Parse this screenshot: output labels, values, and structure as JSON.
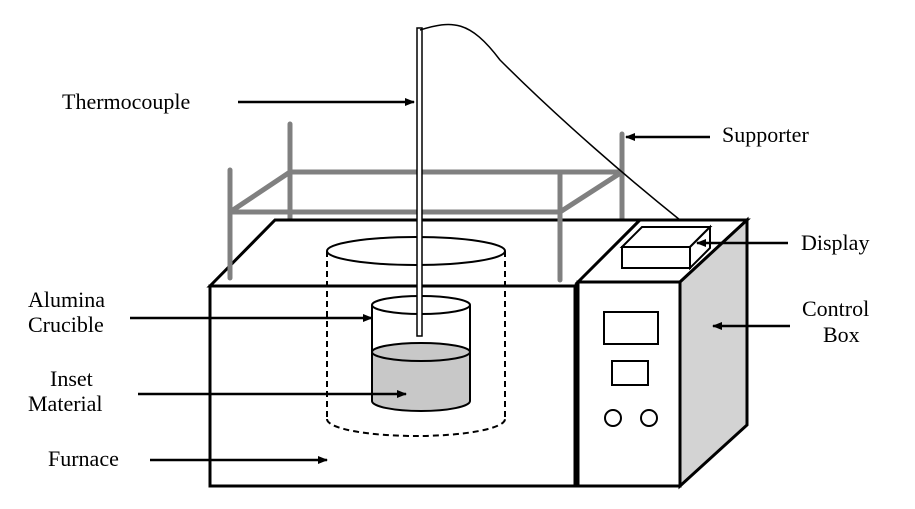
{
  "labels": {
    "thermocouple": "Thermocouple",
    "supporter": "Supporter",
    "display": "Display",
    "alumina_line1": "Alumina",
    "alumina_line2": "Crucible",
    "inset_line1": "Inset",
    "inset_line2": "Material",
    "furnace": "Furnace",
    "control_line1": "Control",
    "control_line2": "Box"
  },
  "colors": {
    "stroke": "#000000",
    "supporter": "#808080",
    "material": "#c8c8c8",
    "control_side": "#d3d3d3",
    "background": "#ffffff"
  }
}
